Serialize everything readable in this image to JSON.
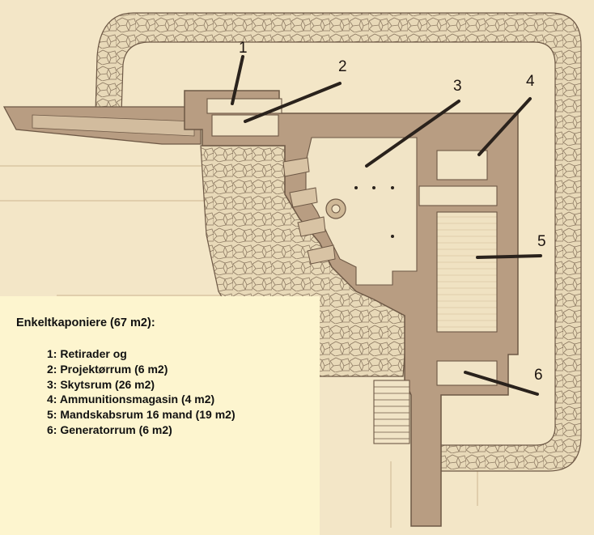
{
  "callouts": [
    "1",
    "2",
    "3",
    "4",
    "5",
    "6"
  ],
  "legend": {
    "title": "Enkeltkaponiere (67 m2):",
    "items": [
      "1: Retirader og",
      "2: Projektørrum (6 m2)",
      "3: Skytsrum (26 m2)",
      "4: Ammunitionsmagasin (4 m2)",
      "5: Mandskabsrum 16 mand (19 m2)",
      "6: Generatorrum (6 m2)"
    ]
  },
  "colors": {
    "paper": "#f3e6c7",
    "wall": "#b89d82",
    "wall_edge": "#6d5845",
    "stone_fill": "#e8d9b8",
    "stone_edge": "#8d7a63",
    "legend_bg": "#fdf5cf",
    "line": "#2a221c"
  }
}
